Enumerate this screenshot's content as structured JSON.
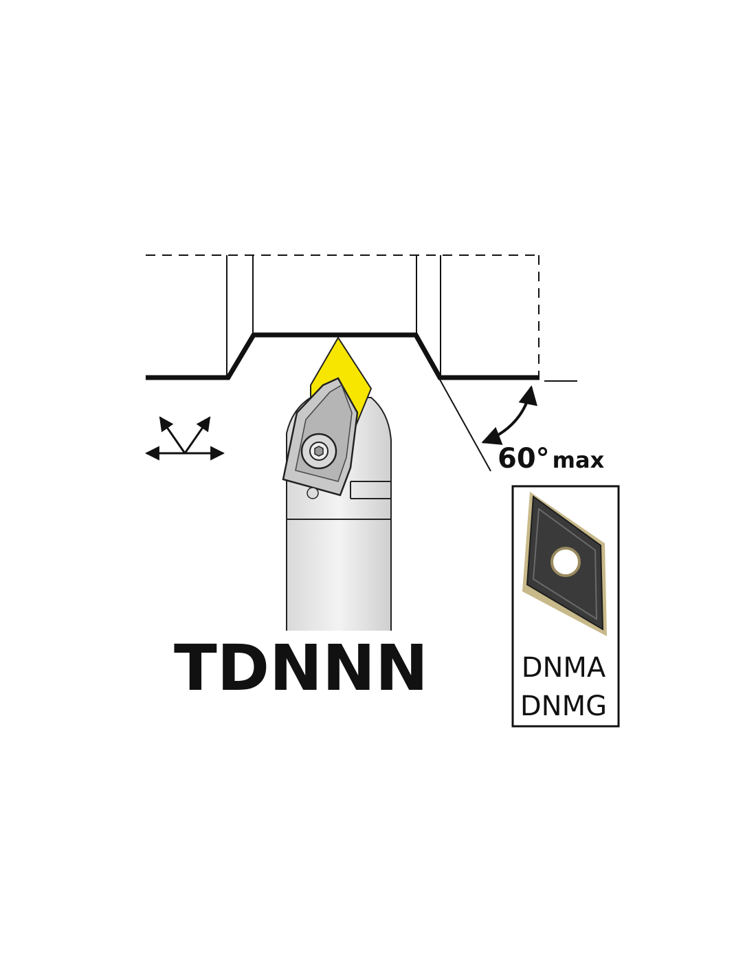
{
  "angle": {
    "value": "60°",
    "suffix": "max"
  },
  "holder_code": "TDNNN",
  "insert_codes": [
    "DNMA",
    "DNMG"
  ],
  "colors": {
    "insert_yellow": "#f7e600",
    "holder_gray": "#c8c8c8",
    "insert_dark": "#3a3a3a",
    "insert_coating": "#c8b98a",
    "line": "#111111"
  },
  "icons": [
    "feed-direction-arrows-icon",
    "angle-arc-arrow-icon"
  ]
}
